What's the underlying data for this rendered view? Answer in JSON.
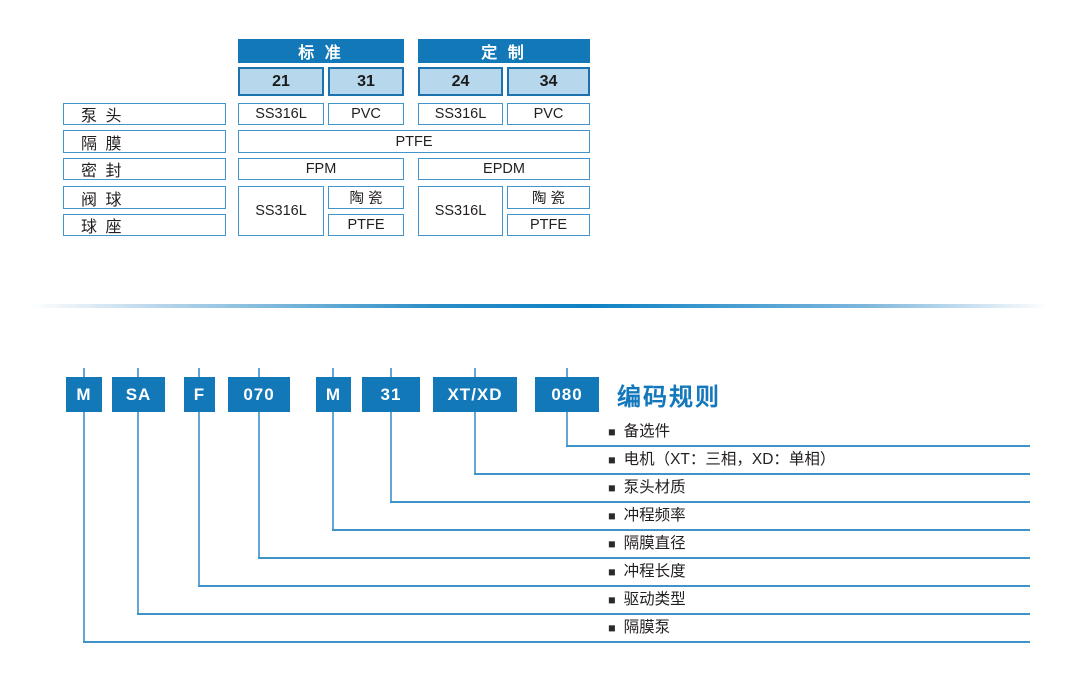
{
  "table": {
    "group_headers": [
      "标 准",
      "定 制"
    ],
    "code_headers": [
      "21",
      "31",
      "24",
      "34"
    ],
    "row_labels": [
      "泵 头",
      "隔 膜",
      "密 封",
      "阀 球",
      "球 座"
    ],
    "pump_head_cells": [
      "SS316L",
      "PVC",
      "SS316L",
      "PVC"
    ],
    "diaphragm_cell": "PTFE",
    "seal_cells": [
      "FPM",
      "EPDM"
    ],
    "valve_std_ball_seat": "SS316L",
    "valve_std_ball": "陶 瓷",
    "valve_std_seat": "PTFE",
    "valve_cust_ball_seat": "SS316L",
    "valve_cust_ball": "陶 瓷",
    "valve_cust_seat": "PTFE"
  },
  "coding": {
    "title": "编码规则",
    "bullet": "■",
    "segments": [
      {
        "code": "M",
        "label": "隔膜泵"
      },
      {
        "code": "SA",
        "label": "驱动类型"
      },
      {
        "code": "F",
        "label": "冲程长度"
      },
      {
        "code": "070",
        "label": "隔膜直径"
      },
      {
        "code": "M",
        "label": "冲程频率"
      },
      {
        "code": "31",
        "label": "泵头材质"
      },
      {
        "code": "XT/XD",
        "label": "电机（XT：三相，XD：单相）"
      },
      {
        "code": "080",
        "label": "备选件"
      }
    ]
  },
  "colors": {
    "primary_blue": "#1278b8",
    "light_blue_fill": "#b7d7ec",
    "border_blue": "#4095ca",
    "title_blue": "#1377bc",
    "text_dark": "#231f20"
  }
}
